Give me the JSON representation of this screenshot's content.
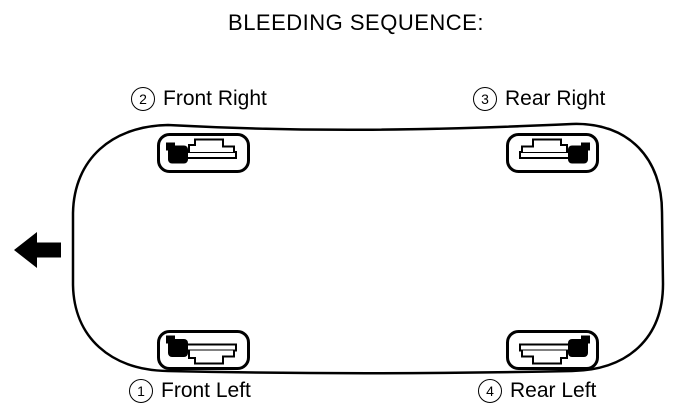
{
  "title": "BLEEDING SEQUENCE:",
  "theme": {
    "ink": "#000000",
    "background": "#ffffff"
  },
  "arrow": {
    "direction": "left"
  },
  "wheels": [
    {
      "position": "bottom-left",
      "sequence": "1",
      "label": "Front Left"
    },
    {
      "position": "top-left",
      "sequence": "2",
      "label": "Front Right"
    },
    {
      "position": "top-right",
      "sequence": "3",
      "label": "Rear Right"
    },
    {
      "position": "bottom-right",
      "sequence": "4",
      "label": "Rear Left"
    }
  ]
}
